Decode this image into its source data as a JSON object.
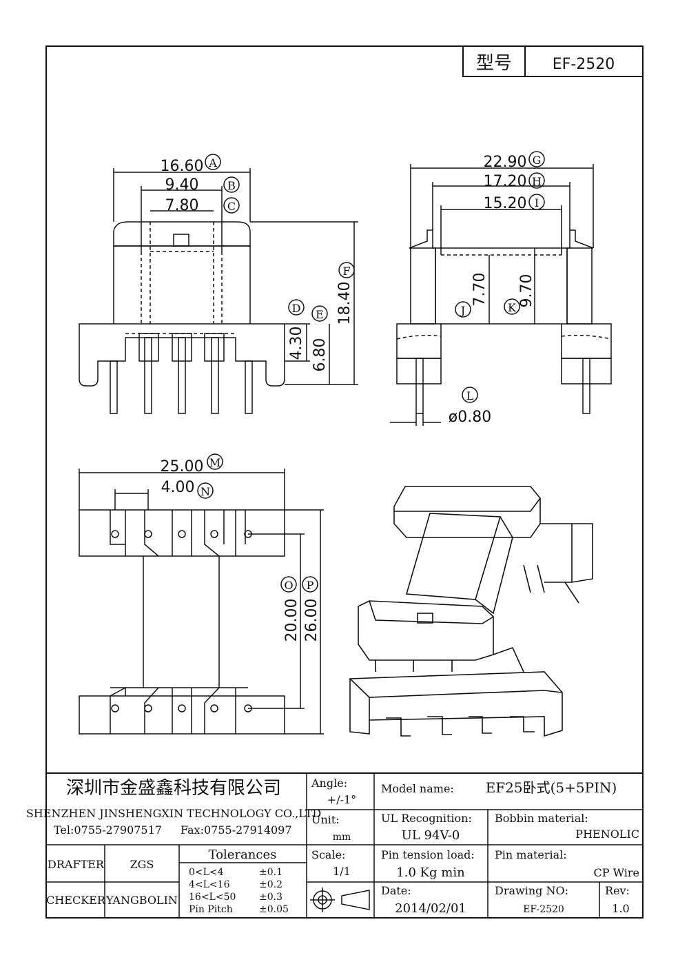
{
  "model_box": {
    "label": "型号",
    "value": "EF-2520"
  },
  "front_view": {
    "dim_a": "16.60",
    "tag_a": "A",
    "dim_b": "9.40",
    "tag_b": "B",
    "dim_c": "7.80",
    "tag_c": "C",
    "dim_d": "4.30",
    "tag_d": "D",
    "dim_e": "6.80",
    "tag_e": "E",
    "dim_f": "18.40",
    "tag_f": "F"
  },
  "side_view": {
    "dim_g": "22.90",
    "tag_g": "G",
    "dim_h": "17.20",
    "tag_h": "H",
    "dim_i": "15.20",
    "tag_i": "I",
    "dim_j": "7.70",
    "tag_j": "J",
    "dim_k": "9.70",
    "tag_k": "K",
    "dim_l": "ø0.80",
    "tag_l": "L"
  },
  "bottom_view": {
    "dim_m": "25.00",
    "tag_m": "M",
    "dim_n": "4.00",
    "tag_n": "N",
    "dim_o": "20.00",
    "tag_o": "O",
    "dim_p": "26.00",
    "tag_p": "P"
  },
  "title_block": {
    "company_cn": "深圳市金盛鑫科技有限公司",
    "company_en": "SHENZHEN JINSHENGXIN TECHNOLOGY CO.,LTD",
    "tel": "Tel:0755-27907517",
    "fax": "Fax:0755-27914097",
    "drafter_label": "DRAFTER",
    "drafter": "ZGS",
    "checker_label": "CHECKER",
    "checker": "YANGBOLIN",
    "tolerances_title": "Tolerances",
    "tolerances": [
      {
        "range": "0<L<4",
        "value": "±0.1"
      },
      {
        "range": "4<L<16",
        "value": "±0.2"
      },
      {
        "range": "16<L<50",
        "value": "±0.3"
      },
      {
        "range": "Pin Pitch",
        "value": "±0.05"
      }
    ],
    "angle_label": "Angle:",
    "angle": "+/-1°",
    "unit_label": "Unit:",
    "unit": "mm",
    "scale_label": "Scale:",
    "scale": "1/1",
    "model_name_label": "Model name:",
    "model_name": "EF25卧式(5+5PIN)",
    "ul_label": "UL Recognition:",
    "ul": "UL 94V-0",
    "bobbin_label": "Bobbin material:",
    "bobbin": "PHENOLIC",
    "pin_tension_label": "Pin tension load:",
    "pin_tension": "1.0 Kg min",
    "pin_material_label": "Pin material:",
    "pin_material": "CP Wire",
    "date_label": "Date:",
    "date": "2014/02/01",
    "drawing_no_label": "Drawing NO:",
    "drawing_no": "EF-2520",
    "rev_label": "Rev:",
    "rev": "1.0"
  }
}
